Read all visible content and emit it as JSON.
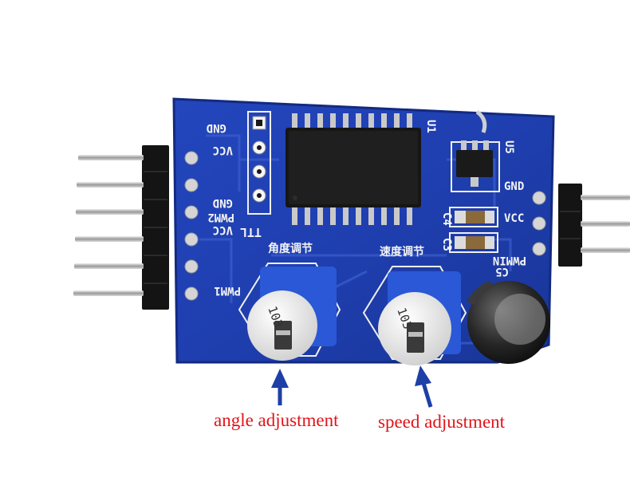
{
  "photo": {
    "board_labels": {
      "gnd_top": "GND",
      "vcc_left_top": "VCC",
      "gnd_left_mid": "GND",
      "pwm2": "PWM2",
      "vcc_left_mid": "VCC",
      "pwm1": "PWM1",
      "ttl": "TTL",
      "u1": "U1",
      "u5": "U5",
      "c4": "C4",
      "c3": "C3",
      "gnd_right": "GND",
      "vcc_right": "VCC",
      "pwmin": "PWMIN",
      "c5": "C5",
      "angle_cn": "角度调节",
      "speed_cn": "速度调节",
      "pot_code_left": "103",
      "pot_code_right": "103"
    },
    "captions": {
      "angle": "angle adjustment",
      "speed": "speed adjustment"
    },
    "colors": {
      "pcb": "#1f3fb0",
      "pcb_dark": "#142c86",
      "caption": "#e0141a",
      "arrow": "#1d3fa6"
    }
  }
}
